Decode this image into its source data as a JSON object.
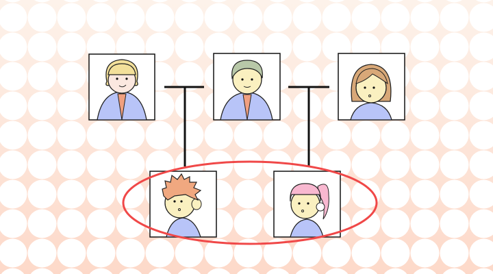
{
  "diagram": {
    "type": "family-tree",
    "colors": {
      "background_top": "#fdf2ea",
      "background_bottom": "#fdd9c9",
      "dots": "#ffffff",
      "connector": "#111111",
      "highlight_ellipse": "#f04848",
      "suit": "#b8c4f8",
      "tie": "#f0a080",
      "skin": "#faf0c0"
    },
    "parents_left": [
      {
        "role": "woman-in-suit",
        "hair": "#f3e09a"
      },
      {
        "role": "man-in-suit",
        "hair": "#b8c8a8"
      }
    ],
    "parent_right": {
      "role": "woman",
      "hair": "#d8a878"
    },
    "children": [
      {
        "role": "boy",
        "hair": "#f0a880"
      },
      {
        "role": "girl",
        "hair": "#f8b8d0"
      }
    ],
    "highlight": "children"
  }
}
